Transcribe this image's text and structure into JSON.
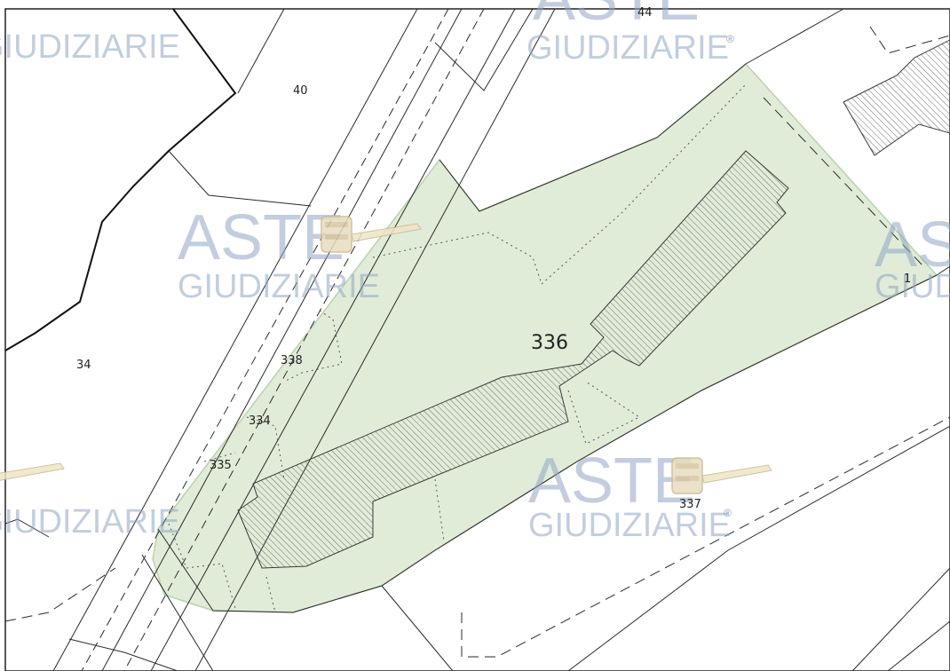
{
  "watermark": {
    "line1": "ASTE",
    "line2": "GIUDIZIARIE",
    "mark": "®",
    "color": "#8fa6c4"
  },
  "colors": {
    "highlight_fill": "#e0ecd8",
    "highlight_stroke": "#b9d3a8",
    "line": "#2a2a2a",
    "hatch": "#6d6d6d"
  },
  "icons": [
    "gavel-icon"
  ],
  "parcels": {
    "p40": "40",
    "p44": "44",
    "p34": "34",
    "p336": "336",
    "p338": "338",
    "p334": "334",
    "p335": "335",
    "p337": "337",
    "p1": "1"
  }
}
